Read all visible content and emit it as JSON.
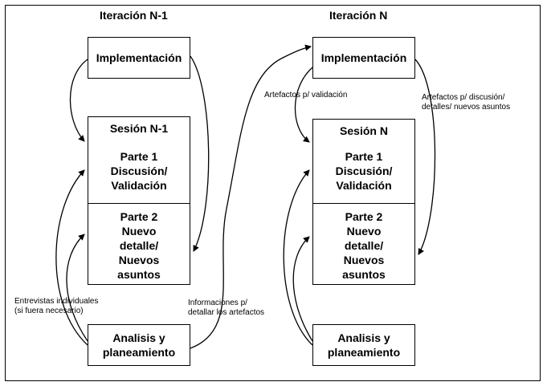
{
  "iterations": [
    {
      "title": "Iteración N-1",
      "implementation": "Implementación",
      "session": "Sesión N-1",
      "part1": "Parte 1\nDiscusión/\nValidación",
      "part2": "Parte 2\nNuevo\ndetalle/\nNuevos\nasuntos",
      "analysis": "Analisis y\nplaneamiento"
    },
    {
      "title": "Iteración N",
      "implementation": "Implementación",
      "session": "Sesión N",
      "part1": "Parte 1\nDiscusión/\nValidación",
      "part2": "Parte 2\nNuevo\ndetalle/\nNuevos\nasuntos",
      "analysis": "Analisis y\nplaneamiento"
    }
  ],
  "annotations": {
    "interviews": "Entrevistas individuales\n(si fuera necesario)",
    "information": "Informaciones p/\ndetallar los artefactos",
    "validation_artifacts": "Artefactos p/ validación",
    "discussion_artifacts": "Artefactos p/ discusión/\ndetalles/ nuevos asuntos"
  },
  "colors": {
    "stroke": "#000000",
    "background": "#ffffff"
  }
}
